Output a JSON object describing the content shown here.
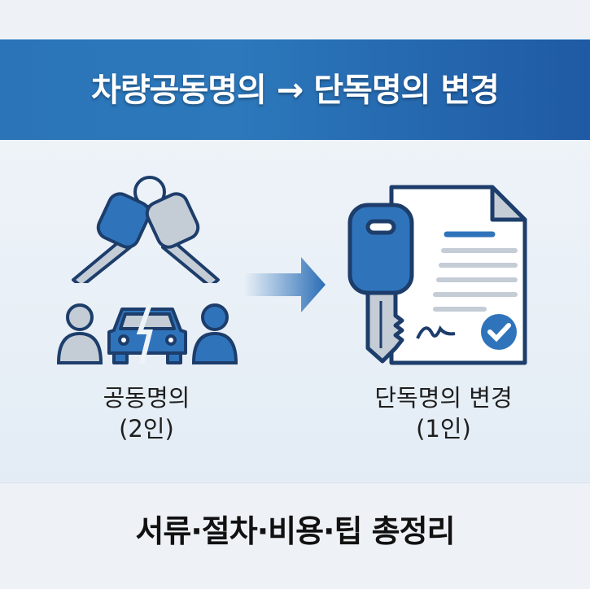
{
  "header": {
    "title": "차량공동명의 → 단독명의 변경"
  },
  "left": {
    "label_line1": "공동명의",
    "label_line2": "(2인)",
    "icons": [
      "two-keys-icon",
      "person-icon",
      "broken-car-icon",
      "person-icon"
    ]
  },
  "right": {
    "label_line1": "단독명의 변경",
    "label_line2": "(1인)",
    "icons": [
      "key-icon",
      "signed-document-icon",
      "check-icon"
    ]
  },
  "footer": {
    "title": "서류·절차·비용·팁 총정리"
  },
  "colors": {
    "blue": "#2f74bb",
    "navy": "#1d3d6b",
    "grey": "#c4ccd6",
    "banner": "#2b74b8"
  }
}
